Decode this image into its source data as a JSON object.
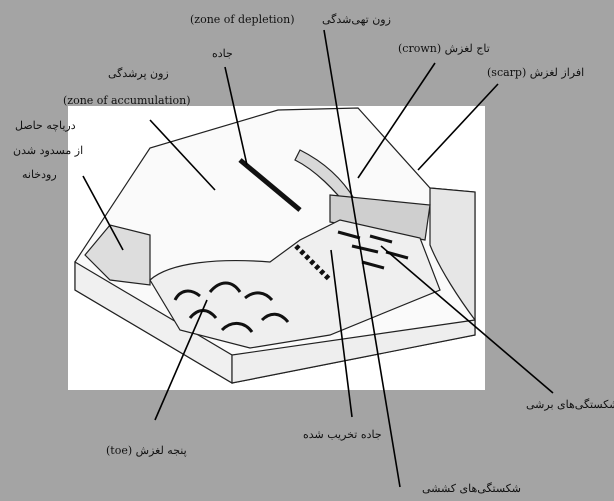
{
  "labels": {
    "zone_depletion_en": "(zone of depletion)",
    "zone_depletion_fa": "زون تهی‌شدگی",
    "road": "جاده",
    "crown": "تاج لغزش (crown)",
    "scarp": "افراز لغزش (scarp)",
    "zone_accum_fa": "زون پرشدگی",
    "zone_accum_en": "(zone of accumulation)",
    "lake_line1": "دریاچه حاصل",
    "lake_line2": "از مسدود شدن",
    "lake_line3": "رودخانه",
    "shear_cracks": "شکستگی‌های برشی",
    "destroyed_road": "جاده تخریب شده",
    "toe": "پنجه لغزش (toe)",
    "tension_cracks": "شکستگی‌های کششی"
  },
  "colors": {
    "background": "#a4a4a4",
    "panel": "#ffffff",
    "line": "#111111"
  }
}
